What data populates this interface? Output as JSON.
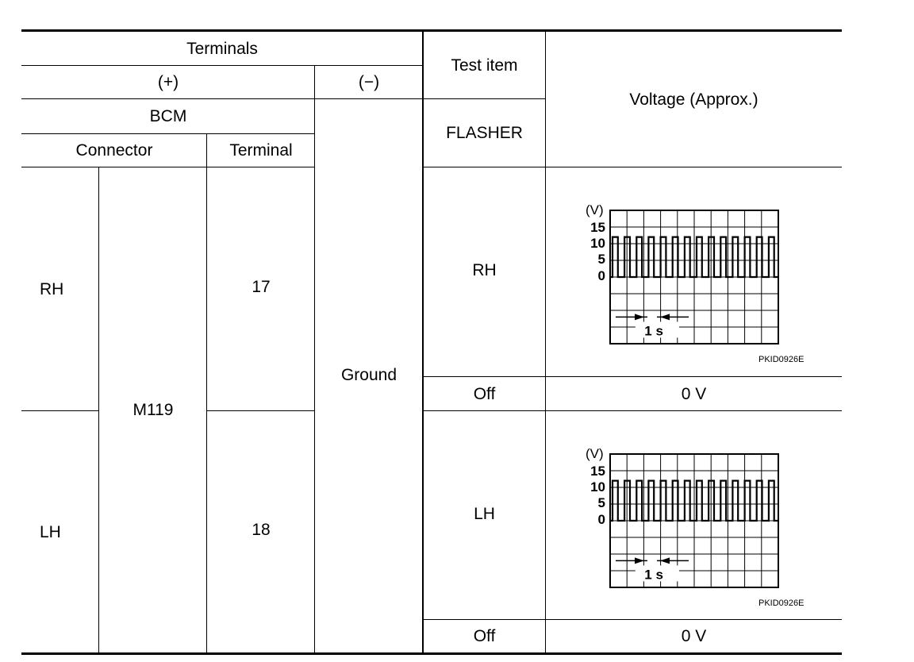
{
  "header": {
    "terminals": "Terminals",
    "plus": "(+)",
    "minus": "(−)",
    "bcm": "BCM",
    "connector": "Connector",
    "terminal": "Terminal",
    "test_item": "Test item",
    "voltage": "Voltage (Approx.)",
    "flasher": "FLASHER"
  },
  "common": {
    "connector": "M119",
    "ground": "Ground"
  },
  "rows": [
    {
      "side": "RH",
      "terminal": "17",
      "test_on": "RH",
      "test_off": "Off",
      "off_voltage": "0 V",
      "waveform": {
        "y_unit": "(V)",
        "y_ticks": [
          "15",
          "10",
          "5",
          "0"
        ],
        "time_marker": "1 s",
        "figure_code": "PKID0926E"
      }
    },
    {
      "side": "LH",
      "terminal": "18",
      "test_on": "LH",
      "test_off": "Off",
      "off_voltage": "0 V",
      "waveform": {
        "y_unit": "(V)",
        "y_ticks": [
          "15",
          "10",
          "5",
          "0"
        ],
        "time_marker": "1 s",
        "figure_code": "PKID0926E"
      }
    }
  ]
}
